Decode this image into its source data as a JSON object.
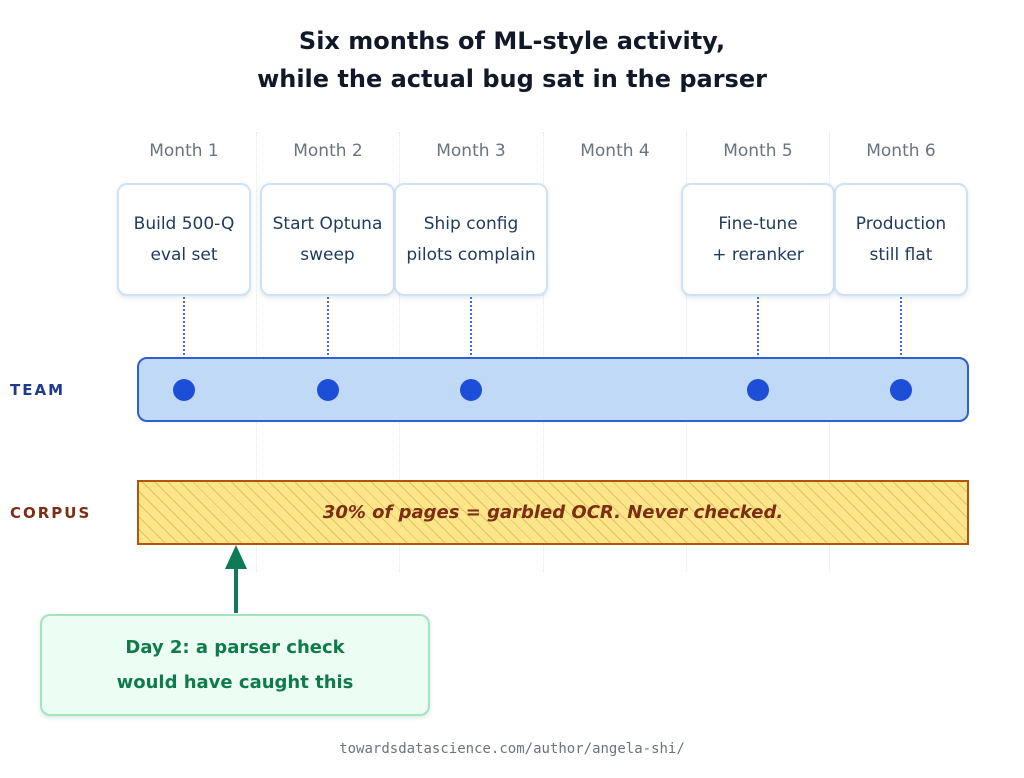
{
  "title": {
    "line1": "Six months of ML-style activity,",
    "line2": "while the actual bug sat in the parser"
  },
  "months": [
    "Month 1",
    "Month 2",
    "Month 3",
    "Month 4",
    "Month 5",
    "Month 6"
  ],
  "events": [
    {
      "month": "Month 1",
      "line1": "Build 500-Q",
      "line2": "eval set"
    },
    {
      "month": "Month 2",
      "line1": "Start Optuna",
      "line2": "sweep"
    },
    {
      "month": "Month 3",
      "line1": "Ship config",
      "line2": "pilots complain"
    },
    {
      "month": "Month 5",
      "line1": "Fine-tune",
      "line2": "+ reranker"
    },
    {
      "month": "Month 6",
      "line1": "Production",
      "line2": "still flat"
    }
  ],
  "rows": {
    "team": {
      "label": "TEAM"
    },
    "corpus": {
      "label": "CORPUS",
      "text": "30% of pages = garbled OCR. Never checked."
    }
  },
  "callout": {
    "line1": "Day 2: a parser check",
    "line2": "would have caught this"
  },
  "footer": "towardsdatascience.com/author/angela-shi/",
  "colors": {
    "team_fill": "#c0d9f7",
    "team_border": "#2f5fd0",
    "event_dot": "#1d4ed8",
    "corpus_fill": "#fde68a",
    "corpus_border": "#b45309",
    "callout_fill": "#ecfdf3",
    "callout_text": "#0f7a4a",
    "arrow": "#0f7a55"
  }
}
